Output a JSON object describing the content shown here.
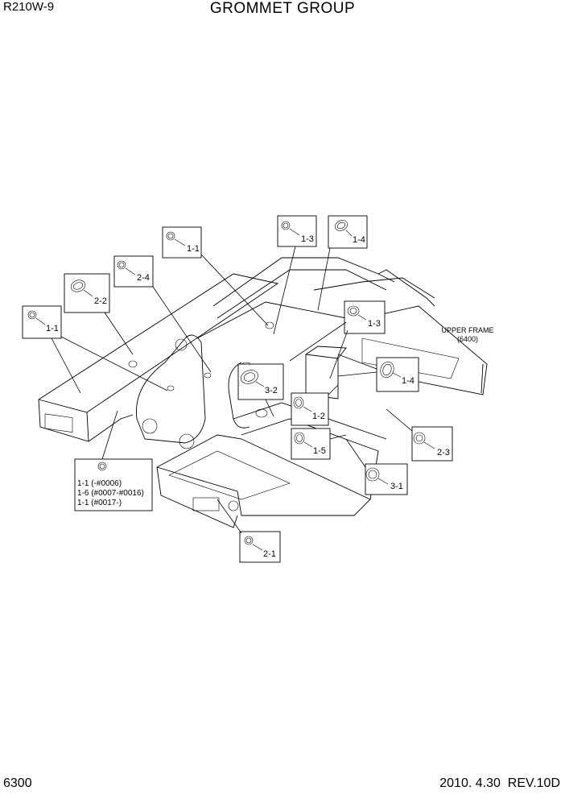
{
  "header": {
    "model": "R210W-9",
    "title": "GROMMET GROUP"
  },
  "footer": {
    "page_number": "6300",
    "date": "2010. 4.30",
    "revision": "REV.10D"
  },
  "diagram": {
    "assembly_label": "UPPER FRAME",
    "assembly_number": "(6400)",
    "callouts": [
      {
        "id": "c1",
        "label": "1-1"
      },
      {
        "id": "c2",
        "label": "1-3"
      },
      {
        "id": "c3",
        "label": "1-4"
      },
      {
        "id": "c4",
        "label": "2-4"
      },
      {
        "id": "c5",
        "label": "2-2"
      },
      {
        "id": "c6",
        "label": "1-1"
      },
      {
        "id": "c7",
        "label": "1-3"
      },
      {
        "id": "c8",
        "label": "3-2"
      },
      {
        "id": "c9",
        "label": "1-4"
      },
      {
        "id": "c10",
        "label": "1-2"
      },
      {
        "id": "c11",
        "label": "1-5"
      },
      {
        "id": "c12",
        "label": "2-3"
      },
      {
        "id": "c13",
        "label": "3-1"
      },
      {
        "id": "c14",
        "label": "2-1"
      }
    ],
    "variant_box": {
      "lines": [
        "1-1 (-#0006)",
        "1-6 (#0007-#0016)",
        "1-1 (#0017-)"
      ]
    }
  }
}
